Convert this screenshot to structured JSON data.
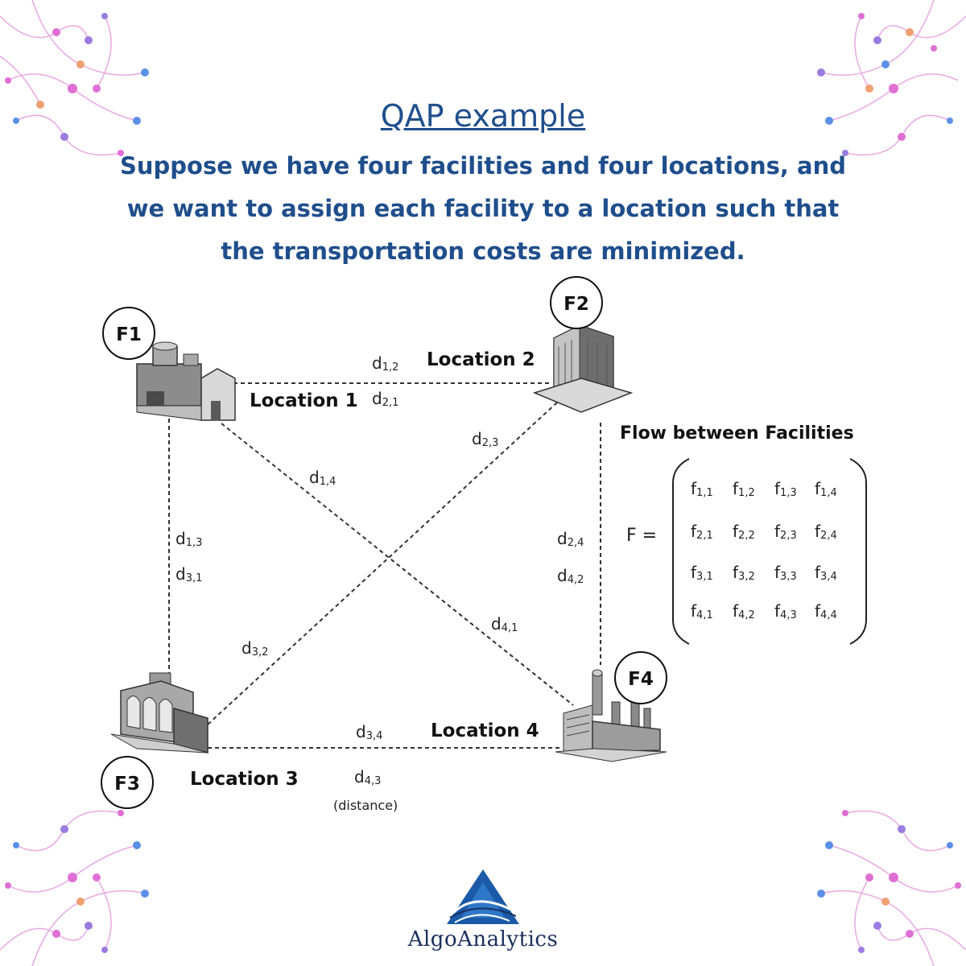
{
  "header": {
    "title": "QAP example",
    "subtitle_lines": [
      "Suppose we have four facilities and four locations, and",
      "we want to assign each facility to a location such that",
      "the transportation costs are minimized."
    ]
  },
  "facilities": [
    {
      "tag": "F1",
      "location": "Location 1"
    },
    {
      "tag": "F2",
      "location": "Location 2"
    },
    {
      "tag": "F3",
      "location": "Location 3"
    },
    {
      "tag": "F4",
      "location": "Location 4"
    }
  ],
  "distances": {
    "d12": {
      "base": "d",
      "sub": "1,2"
    },
    "d21": {
      "base": "d",
      "sub": "2,1"
    },
    "d13": {
      "base": "d",
      "sub": "1,3"
    },
    "d31": {
      "base": "d",
      "sub": "3,1"
    },
    "d14": {
      "base": "d",
      "sub": "1,4"
    },
    "d41": {
      "base": "d",
      "sub": "4,1"
    },
    "d23": {
      "base": "d",
      "sub": "2,3"
    },
    "d32": {
      "base": "d",
      "sub": "3,2"
    },
    "d24": {
      "base": "d",
      "sub": "2,4"
    },
    "d42": {
      "base": "d",
      "sub": "4,2"
    },
    "d34": {
      "base": "d",
      "sub": "3,4"
    },
    "d43": {
      "base": "d",
      "sub": "4,3"
    }
  },
  "distance_note": "(distance)",
  "flow": {
    "title": "Flow between Facilities",
    "matrix_label": "F =",
    "rows": [
      [
        {
          "base": "f",
          "sub": "1,1"
        },
        {
          "base": "f",
          "sub": "1,2"
        },
        {
          "base": "f",
          "sub": "1,3"
        },
        {
          "base": "f",
          "sub": "1,4"
        }
      ],
      [
        {
          "base": "f",
          "sub": "2,1"
        },
        {
          "base": "f",
          "sub": "2,2"
        },
        {
          "base": "f",
          "sub": "2,3"
        },
        {
          "base": "f",
          "sub": "2,4"
        }
      ],
      [
        {
          "base": "f",
          "sub": "3,1"
        },
        {
          "base": "f",
          "sub": "3,2"
        },
        {
          "base": "f",
          "sub": "3,3"
        },
        {
          "base": "f",
          "sub": "3,4"
        }
      ],
      [
        {
          "base": "f",
          "sub": "4,1"
        },
        {
          "base": "f",
          "sub": "4,2"
        },
        {
          "base": "f",
          "sub": "4,3"
        },
        {
          "base": "f",
          "sub": "4,4"
        }
      ]
    ]
  },
  "brand": {
    "name": "AlgoAnalytics",
    "logo_color": "#1a5aa8"
  },
  "colors": {
    "heading": "#1f4e8c",
    "network_pink": "#e06fd4",
    "network_purple": "#9b7be0",
    "network_blue": "#5b8fe8",
    "network_orange": "#f0a070"
  }
}
